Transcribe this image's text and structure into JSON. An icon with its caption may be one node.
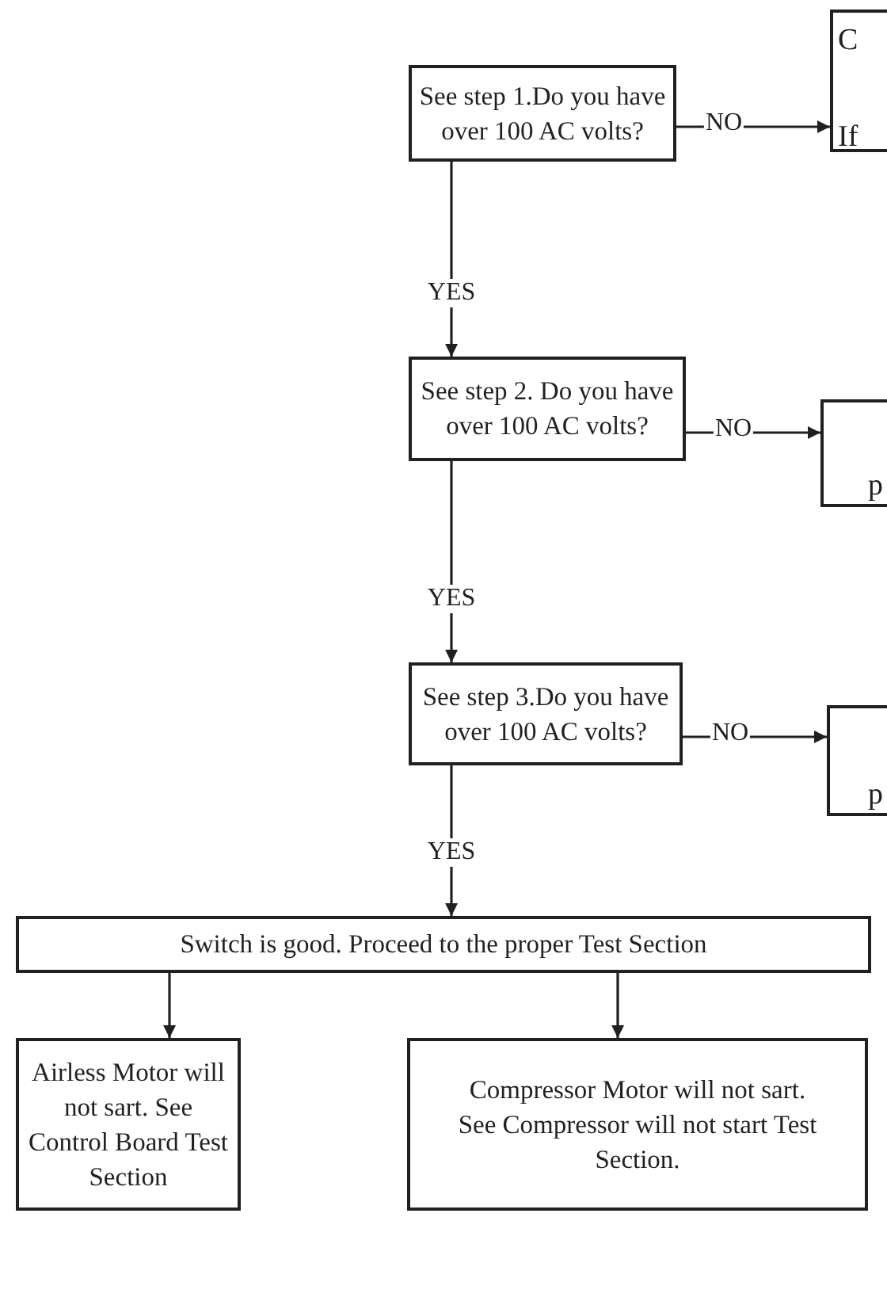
{
  "diagram": {
    "nodes": [
      {
        "text": [
          "See step 1.Do you have over 100 AC volts?"
        ]
      },
      {
        "text": [
          "C",
          "If"
        ]
      },
      {
        "text": [
          "See step 2. Do you have over 100 AC volts?"
        ]
      },
      {
        "text": [
          "p"
        ]
      },
      {
        "text": [
          "See step 3.Do you have over 100 AC volts?"
        ]
      },
      {
        "text": [
          "p"
        ]
      },
      {
        "text": [
          "Switch is good. Proceed to the proper Test Section"
        ]
      },
      {
        "text": [
          "Airless Motor will not sart. See Control Board Test Section"
        ]
      },
      {
        "text": [
          "Compressor Motor will not sart. See Compressor will not start Test Section."
        ]
      }
    ],
    "edges": [
      {
        "from": 0,
        "to": 1,
        "arrow": "to",
        "label": "NO"
      },
      {
        "from": 0,
        "to": 2,
        "arrow": "to",
        "label": "YES"
      },
      {
        "from": 2,
        "to": 3,
        "arrow": "to",
        "label": "NO"
      },
      {
        "from": 2,
        "to": 4,
        "arrow": "to",
        "label": "YES"
      },
      {
        "from": 4,
        "to": 5,
        "arrow": "to",
        "label": "NO"
      },
      {
        "from": 4,
        "to": 6,
        "arrow": "to",
        "label": "YES"
      },
      {
        "from": 6,
        "to": 7,
        "arrow": "to"
      },
      {
        "from": 6,
        "to": 8,
        "arrow": "to"
      }
    ]
  }
}
